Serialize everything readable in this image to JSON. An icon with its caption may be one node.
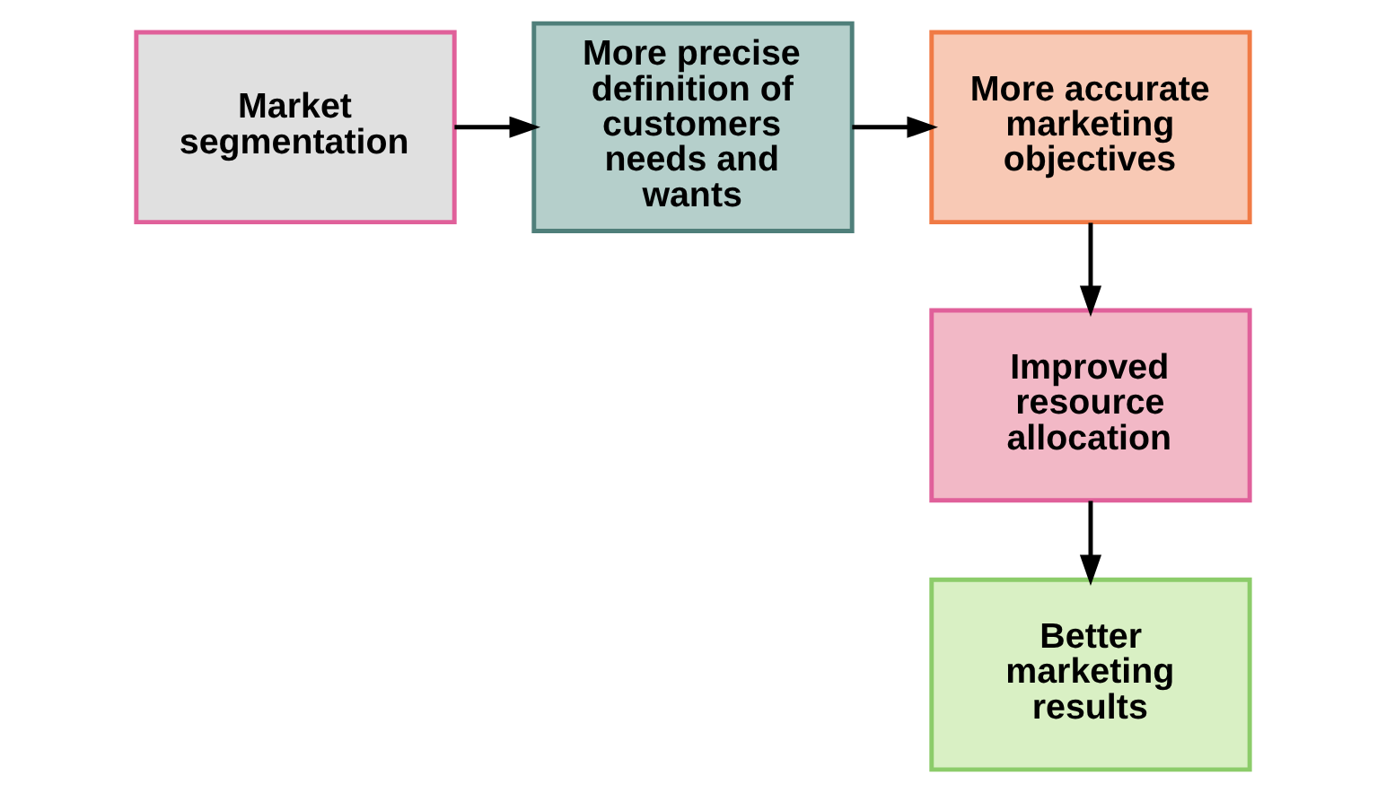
{
  "diagram": {
    "nodes": [
      {
        "text": [
          "Market segmentation"
        ]
      },
      {
        "text": [
          "More precise definition of customers needs and wants"
        ]
      },
      {
        "text": [
          "More accurate marketing objectives"
        ]
      },
      {
        "text": [
          "Improved resource allocation"
        ]
      },
      {
        "text": [
          "Better marketing results"
        ]
      }
    ],
    "edges": [
      {
        "from": 0,
        "to": 1,
        "arrow": "to"
      },
      {
        "from": 1,
        "to": 2,
        "arrow": "to"
      },
      {
        "from": 2,
        "to": 3,
        "arrow": "to"
      },
      {
        "from": 3,
        "to": 4,
        "arrow": "to"
      }
    ]
  }
}
